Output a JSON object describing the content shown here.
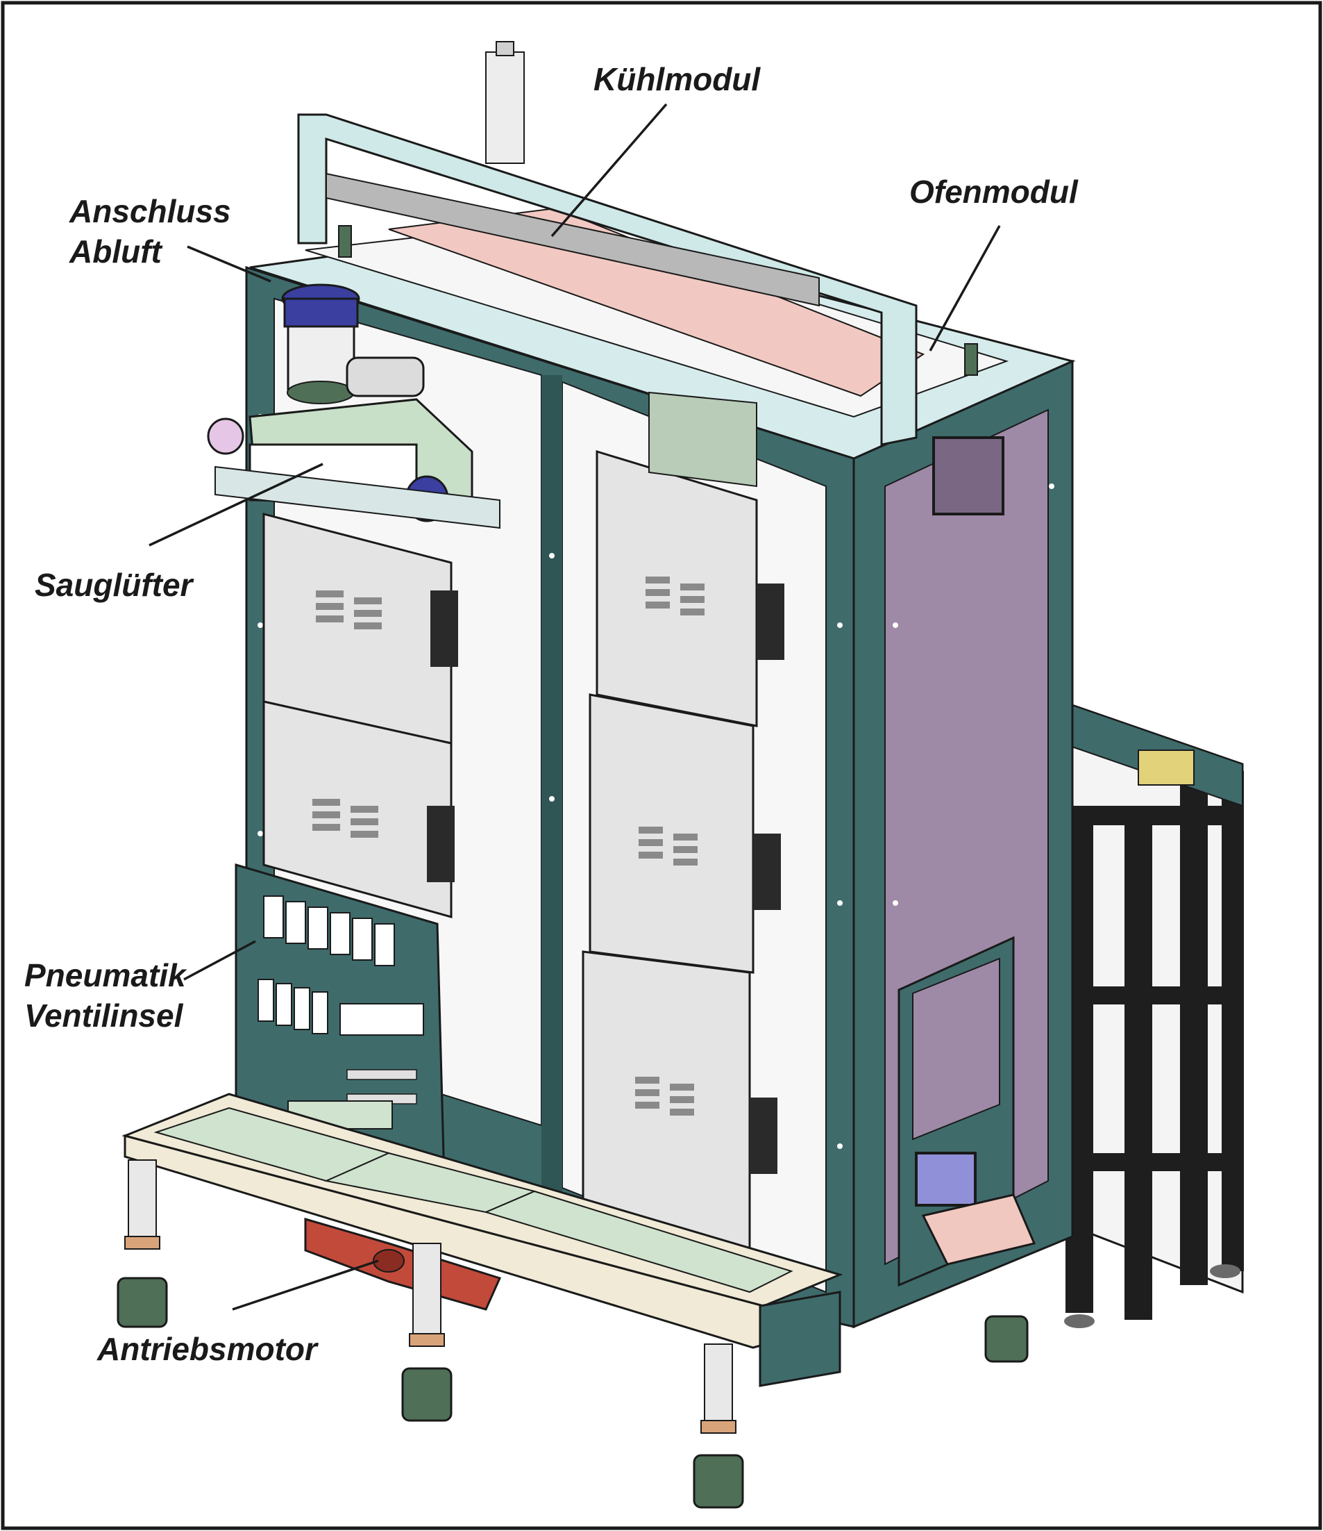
{
  "labels": {
    "kuehlmodul": "Kühlmodul",
    "ofenmodul": "Ofenmodul",
    "anschluss_line1": "Anschluss",
    "anschluss_line2": "Abluft",
    "saugluefter": "Sauglüfter",
    "pneumatik_line1": "Pneumatik",
    "pneumatik_line2": "Ventilinsel",
    "antriebsmotor": "Antriebsmotor"
  },
  "colors": {
    "cabinet_teal": "#3f6b6b",
    "cabinet_dark": "#2f5555",
    "door_panel": "#e4e4e4",
    "side_panel_mauve": "#9e8aa6",
    "cooling_strip": "#f2c9c2",
    "base_frame": "#f0ead6",
    "base_tray": "#cfe3cf",
    "feet_green": "#4f6f56",
    "motor_red": "#c24a3a",
    "fan_blue": "#3a3fa0",
    "rack_black": "#1e1e1e",
    "outline": "#1a1a1a"
  }
}
